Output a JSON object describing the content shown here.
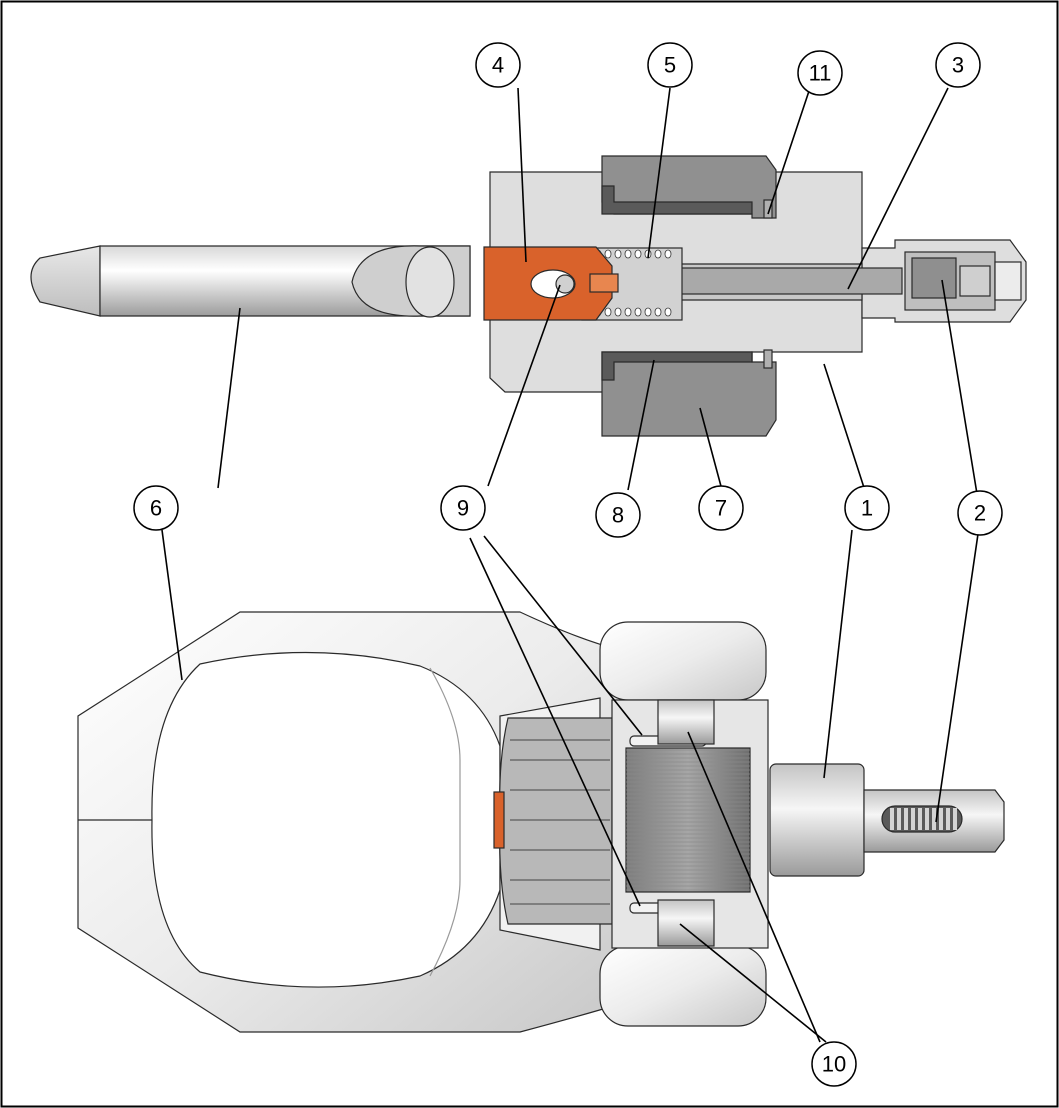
{
  "callouts": [
    {
      "id": "c1",
      "label": "1"
    },
    {
      "id": "c2",
      "label": "2"
    },
    {
      "id": "c3",
      "label": "3"
    },
    {
      "id": "c4",
      "label": "4"
    },
    {
      "id": "c5",
      "label": "5"
    },
    {
      "id": "c6",
      "label": "6"
    },
    {
      "id": "c7",
      "label": "7"
    },
    {
      "id": "c8",
      "label": "8"
    },
    {
      "id": "c9",
      "label": "9"
    },
    {
      "id": "c10",
      "label": "10"
    },
    {
      "id": "c11",
      "label": "11"
    }
  ],
  "colors": {
    "highlight_part": "#d9622b",
    "body_light": "#dcdcdc",
    "body_dark": "#a8a8a8",
    "outline": "#2a2a2a"
  }
}
